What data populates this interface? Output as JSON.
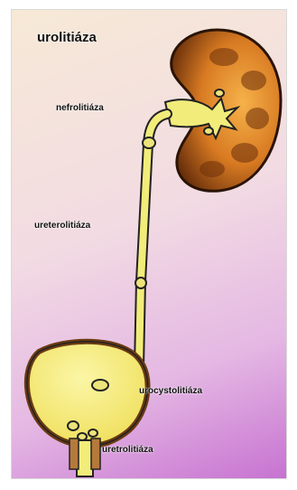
{
  "title": "urolitiáza",
  "labels": {
    "nefrolitiaza": "nefrolitiáza",
    "ureterolitiaza": "ureterolitiáza",
    "urocystolitiaza": "urocystolitiáza",
    "uretrolitiaza": "uretrolitiáza"
  },
  "colors": {
    "urine_yellow": "#f2ec7a",
    "kidney_brown": "#7a3b0e",
    "kidney_orange": "#e8922e",
    "outline": "#222222"
  }
}
